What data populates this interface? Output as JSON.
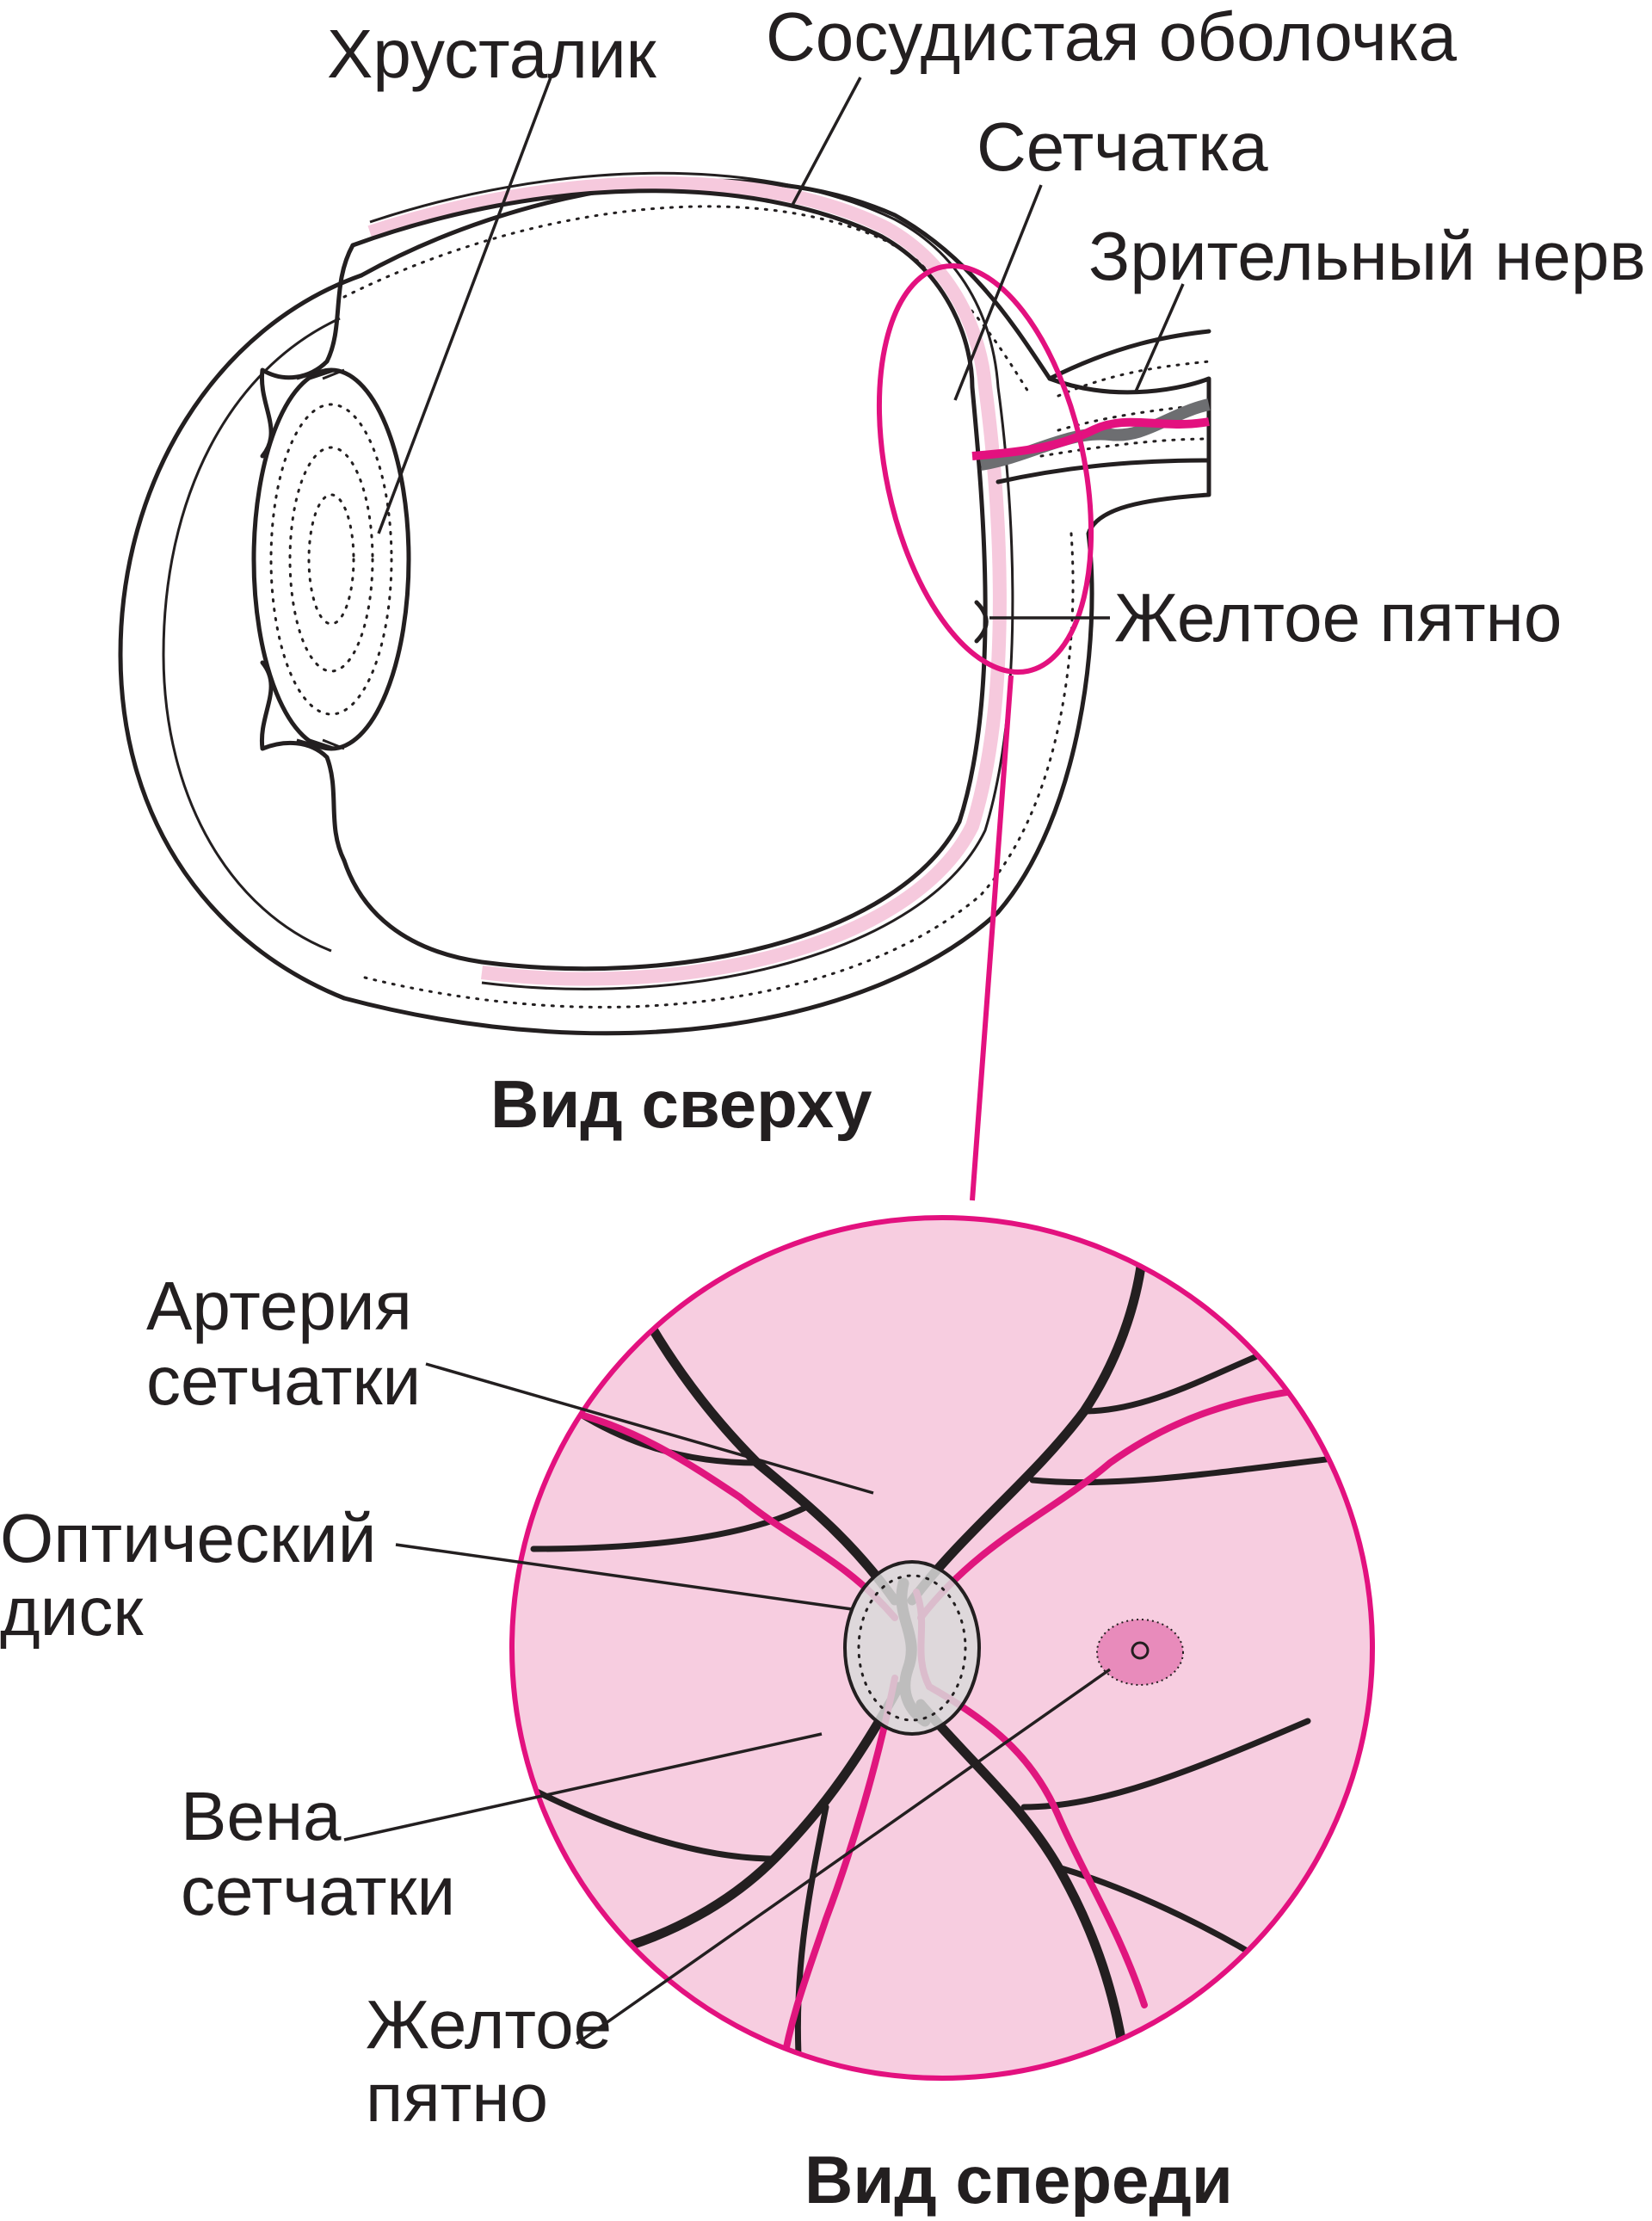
{
  "colors": {
    "accent_magenta": "#e3117f",
    "retina_pink": "#f6c9dd",
    "fundus_pink": "#f7cde0",
    "disc_gray": "#d9d9d9",
    "outline": "#231f20"
  },
  "top_view": {
    "caption": "Вид сверху",
    "labels": {
      "lens": "Хрусталик",
      "choroid": "Сосудистая оболочка",
      "retina": "Сетчатка",
      "optic_nerve": "Зрительный нерв",
      "macula": "Желтое пятно"
    }
  },
  "front_view": {
    "caption": "Вид спереди",
    "labels": {
      "retinal_artery_line1": "Артерия",
      "retinal_artery_line2": "сетчатки",
      "optic_disc_line1": "Оптический",
      "optic_disc_line2": "диск",
      "retinal_vein_line1": "Вена",
      "retinal_vein_line2": "сетчатки",
      "macula_line1": "Желтое",
      "macula_line2": "пятно"
    }
  }
}
